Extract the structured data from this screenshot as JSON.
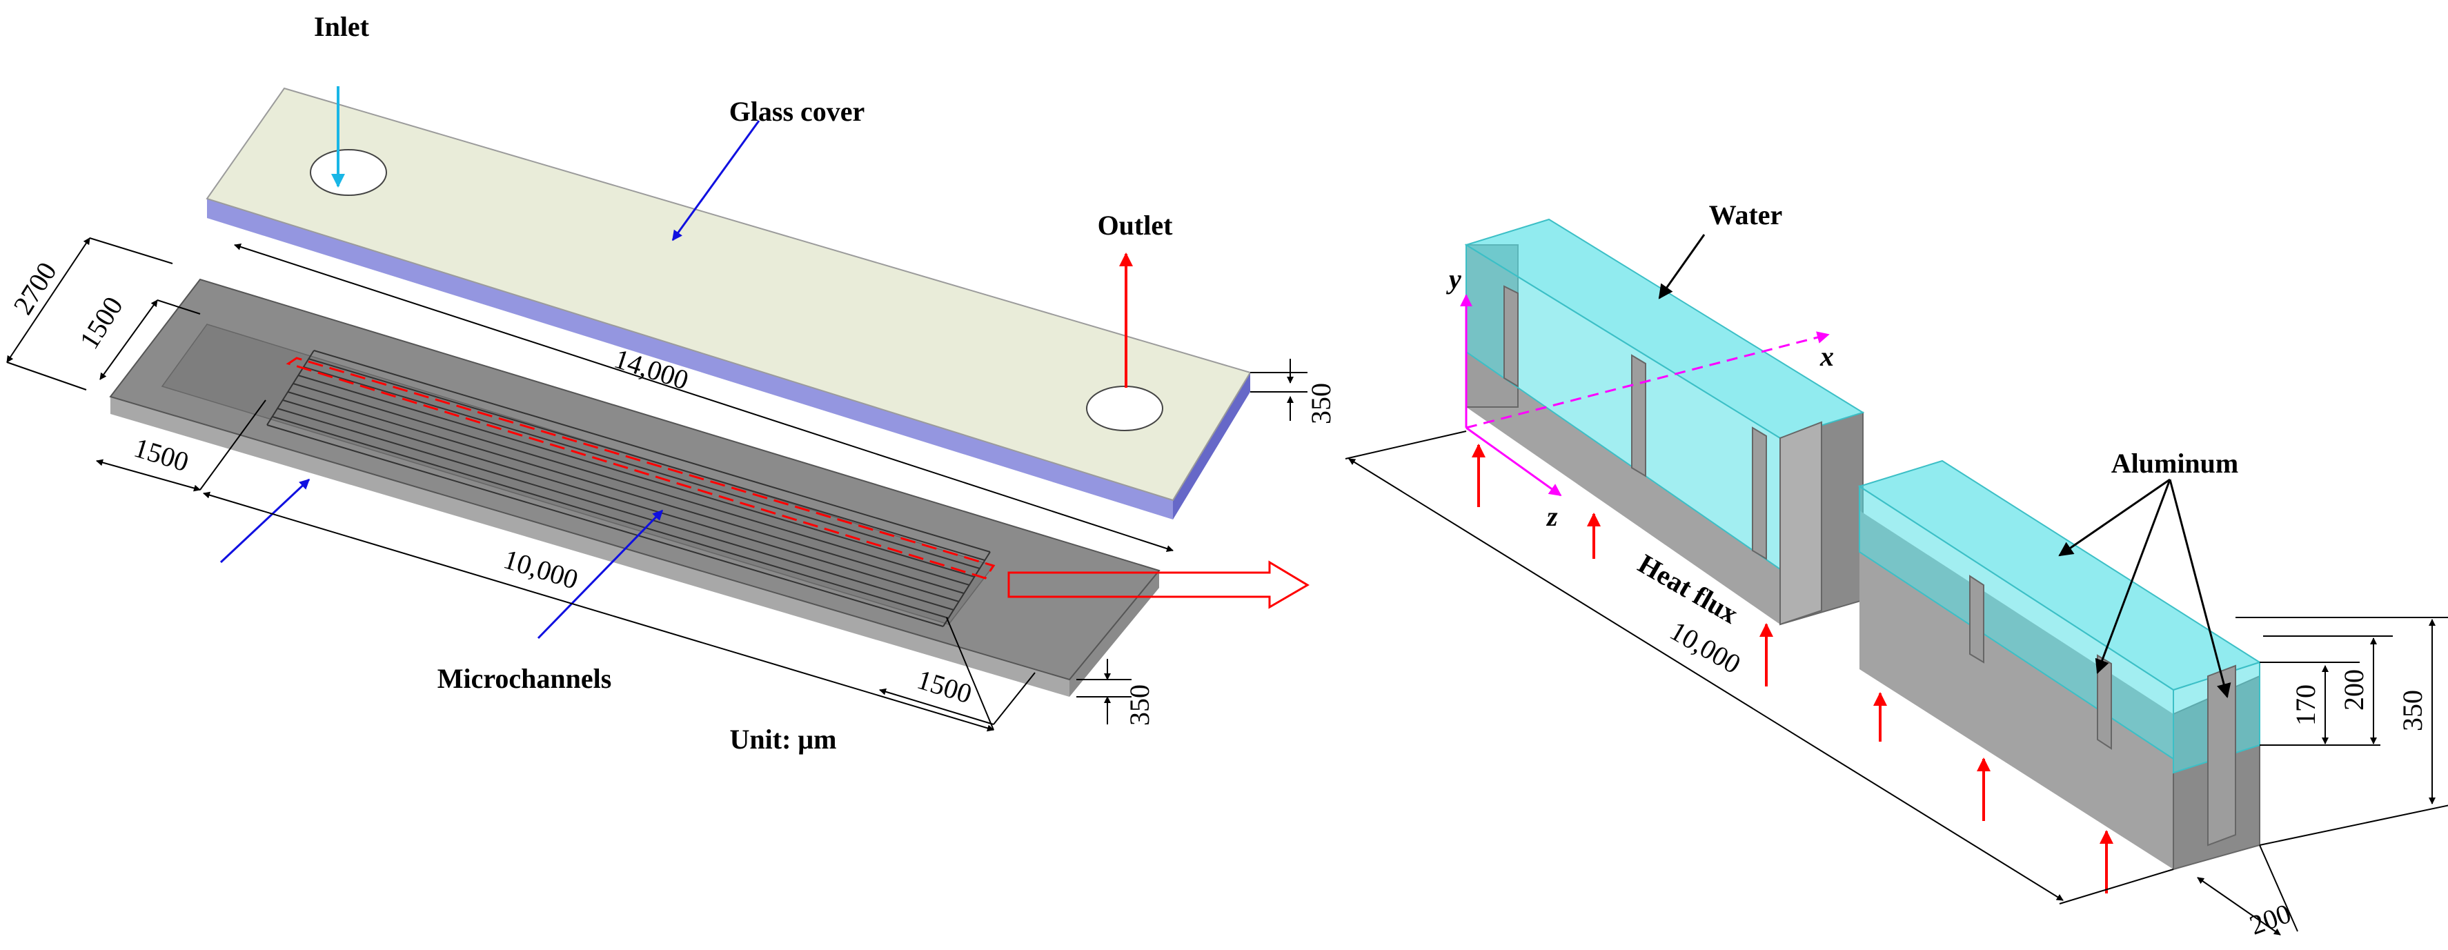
{
  "left": {
    "labels": {
      "inlet": "Inlet",
      "glass_cover": "Glass cover",
      "outlet": "Outlet",
      "microchannels": "Microchannels",
      "unit": "Unit: μm"
    },
    "dims": {
      "d2700": "2700",
      "d1500_width": "1500",
      "d14000": "14,000",
      "d1500_inlet": "1500",
      "d10000": "10,000",
      "d1500_outlet": "1500",
      "d350_cover": "350",
      "d350_base": "350"
    }
  },
  "right": {
    "labels": {
      "water": "Water",
      "aluminum": "Aluminum",
      "heat_flux": "Heat flux"
    },
    "axes": {
      "x": "x",
      "y": "y",
      "z": "z"
    },
    "dims": {
      "d10000": "10,000",
      "d200_bottom": "200",
      "d170": "170",
      "d200": "200",
      "d350": "350"
    }
  },
  "colors": {
    "glass_top": "#e9ecd9",
    "glass_side": "#7d7fd8",
    "base_top": "#8b8b8b",
    "base_side": "#a8a8a8",
    "water": "#56e0e6",
    "aluminum": "#9d9d9d",
    "flow_red": "#ff0000",
    "pointer_blue": "#1010e0",
    "inlet_cyan": "#19b6e6",
    "axis_magenta": "#ff00ff"
  }
}
